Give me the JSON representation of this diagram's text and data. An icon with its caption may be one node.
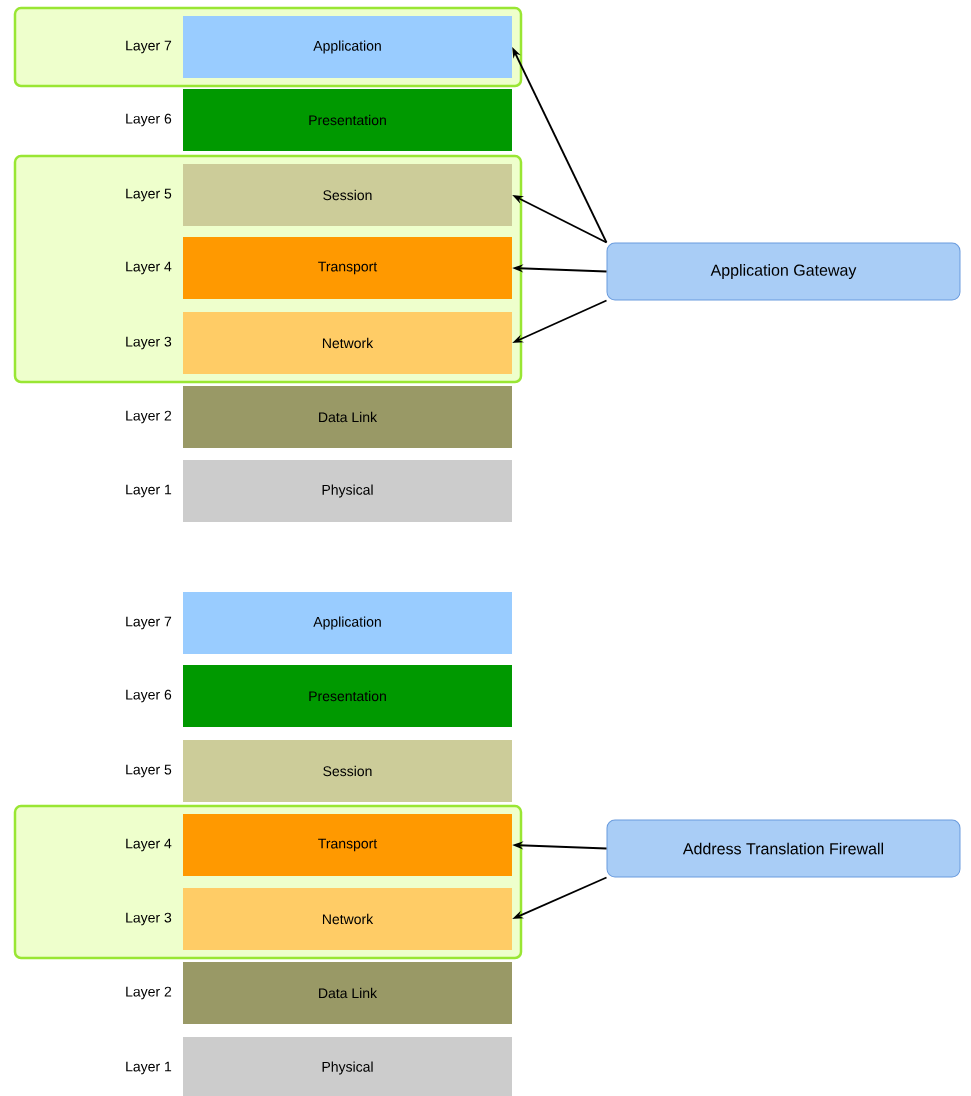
{
  "diagram": {
    "nodes": [
      {
        "text": [],
        "shape": "box"
      },
      {
        "text": [
          "Application"
        ],
        "beside": [
          "Layer 7"
        ],
        "in": 0
      },
      {
        "text": [
          "Presentation"
        ],
        "beside": [
          "Layer 6"
        ]
      },
      {
        "text": [],
        "shape": "box"
      },
      {
        "text": [
          "Session"
        ],
        "beside": [
          "Layer 5"
        ],
        "in": 3
      },
      {
        "text": [
          "Transport"
        ],
        "beside": [
          "Layer 4"
        ],
        "in": 3
      },
      {
        "text": [
          "Network"
        ],
        "beside": [
          "Layer 3"
        ],
        "in": 3
      },
      {
        "text": [
          "Data Link"
        ],
        "beside": [
          "Layer 2"
        ]
      },
      {
        "text": [
          "Physical"
        ],
        "beside": [
          "Layer 1"
        ]
      },
      {
        "text": [
          "Application Gateway"
        ]
      },
      {
        "text": [
          "Application"
        ],
        "beside": [
          "Layer 7"
        ]
      },
      {
        "text": [
          "Presentation"
        ],
        "beside": [
          "Layer 6"
        ]
      },
      {
        "text": [
          "Session"
        ],
        "beside": [
          "Layer 5"
        ]
      },
      {
        "text": [],
        "shape": "box"
      },
      {
        "text": [
          "Transport"
        ],
        "beside": [
          "Layer 4"
        ],
        "in": 13
      },
      {
        "text": [
          "Network"
        ],
        "beside": [
          "Layer 3"
        ],
        "in": 13
      },
      {
        "text": [
          "Data Link"
        ],
        "beside": [
          "Layer 2"
        ]
      },
      {
        "text": [
          "Physical"
        ],
        "beside": [
          "Layer 1"
        ]
      },
      {
        "text": [
          "Address Translation Firewall"
        ]
      }
    ],
    "edges": [
      {
        "from": 9,
        "to": 1,
        "arrow": "to"
      },
      {
        "from": 9,
        "to": 4,
        "arrow": "to"
      },
      {
        "from": 9,
        "to": 5,
        "arrow": "to"
      },
      {
        "from": 9,
        "to": 6,
        "arrow": "to"
      },
      {
        "from": 18,
        "to": 14,
        "arrow": "to"
      },
      {
        "from": 18,
        "to": 15,
        "arrow": "to"
      }
    ]
  }
}
